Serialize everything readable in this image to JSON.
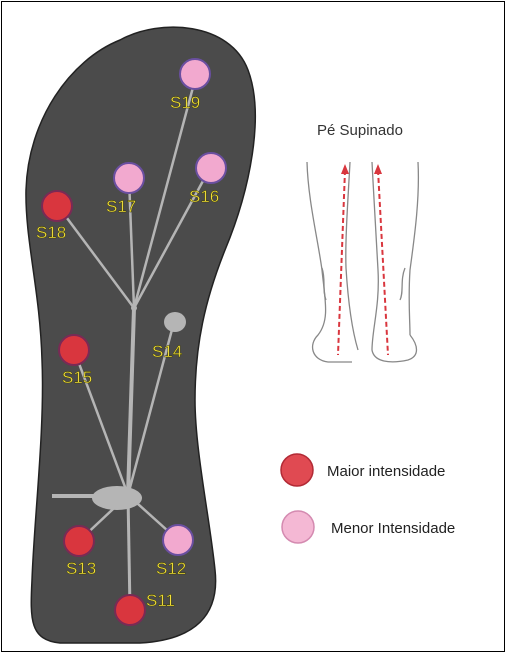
{
  "sensors": {
    "s19": "S19",
    "s17": "S17",
    "s16": "S16",
    "s18": "S18",
    "s14": "S14",
    "s15": "S15",
    "s13": "S13",
    "s12": "S12",
    "s11": "S11"
  },
  "side_title": "Pé Supinado",
  "legend": {
    "high": "Maior intensidade",
    "low": "Menor Intensidade"
  },
  "colors": {
    "high": "#d9363e",
    "low": "#f2a9cf",
    "sole": "#4b4b4b",
    "label": "#f5e23a"
  }
}
